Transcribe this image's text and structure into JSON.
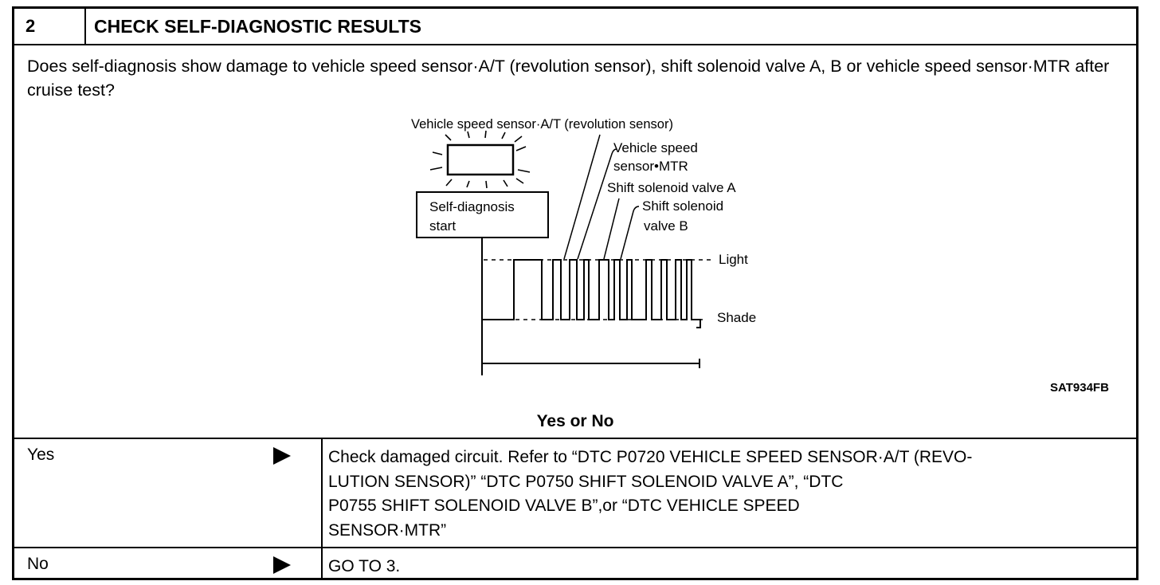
{
  "header": {
    "step": "2",
    "title": "CHECK SELF-DIAGNOSTIC RESULTS"
  },
  "question": "Does self-diagnosis show damage to vehicle speed sensor·A/T (revolution sensor), shift solenoid valve A, B or vehicle speed sensor·MTR after cruise test?",
  "diagram": {
    "label_vss_at": "Vehicle speed sensor·A/T (revolution sensor)",
    "label_vss_mtr_1": "Vehicle speed",
    "label_vss_mtr_2": "sensor•MTR",
    "label_ssv_a": "Shift solenoid valve A",
    "label_ssv_b_1": "Shift solenoid",
    "label_ssv_b_2": "valve B",
    "label_start_1": "Self-diagnosis",
    "label_start_2": "start",
    "label_light": "Light",
    "label_shade": "Shade",
    "ref_code": "SAT934FB"
  },
  "yes_or_no": "Yes or No",
  "rows": [
    {
      "answer": "Yes",
      "action_lines": [
        "Check damaged circuit. Refer to “DTC P0720 VEHICLE SPEED SENSOR·A/T (REVO-",
        "LUTION SENSOR)” “DTC P0750 SHIFT SOLENOID VALVE A”,  “DTC",
        "P0755 SHIFT SOLENOID VALVE B”,or “DTC VEHICLE SPEED",
        "SENSOR·MTR”"
      ]
    },
    {
      "answer": "No",
      "action_lines": [
        "GO TO 3."
      ]
    }
  ]
}
